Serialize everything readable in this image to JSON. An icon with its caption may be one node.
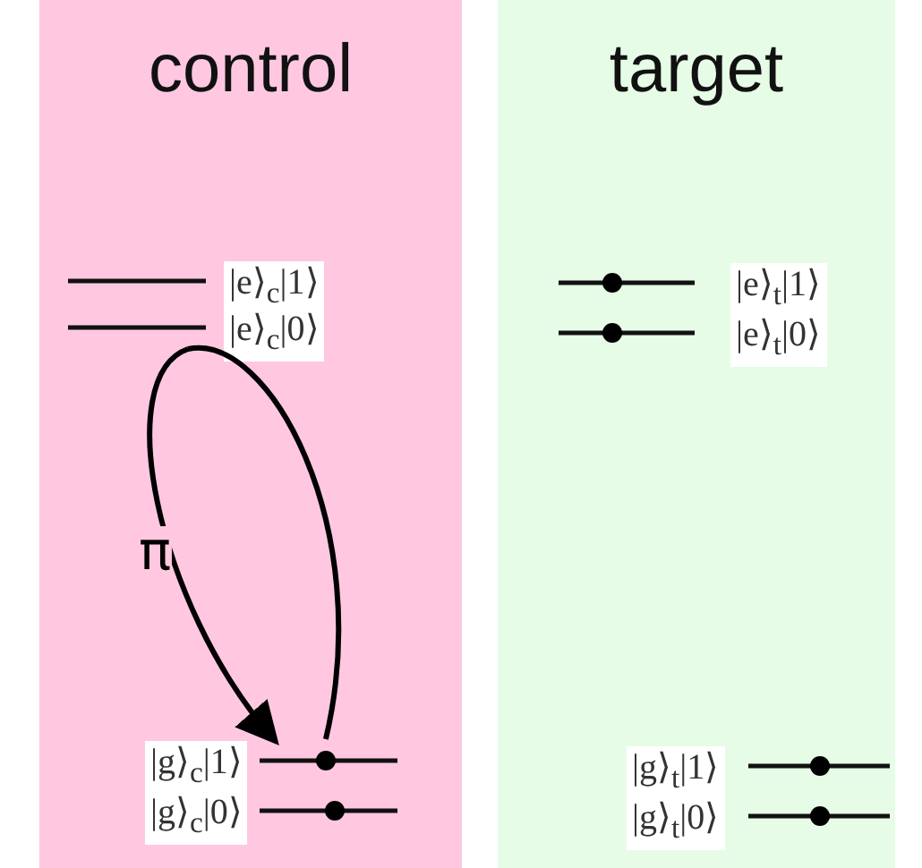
{
  "diagram": {
    "nodes": [
      {
        "text": [
          "control"
        ]
      },
      {
        "text": [],
        "shape": "bar",
        "in": 0,
        "beside": [
          "|e⟩$_{c}$|1⟩"
        ]
      },
      {
        "text": [],
        "shape": "bar",
        "in": 0,
        "beside": [
          "|e⟩$_{c}$|0⟩"
        ]
      },
      {
        "text": [],
        "shape": "bar",
        "in": 0,
        "beside": [
          "|g⟩$_{c}$|1⟩"
        ]
      },
      {
        "text": [],
        "shape": "bar",
        "in": 0,
        "beside": [
          "|g⟩$_{c}$|0⟩"
        ]
      },
      {
        "text": [
          "target"
        ]
      },
      {
        "text": [],
        "shape": "bar",
        "in": 5,
        "beside": [
          "|e⟩$_{t}$|1⟩"
        ]
      },
      {
        "text": [],
        "shape": "bar",
        "in": 5,
        "beside": [
          "|e⟩$_{t}$|0⟩"
        ]
      },
      {
        "text": [],
        "shape": "bar",
        "in": 5,
        "beside": [
          "|g⟩$_{t}$|1⟩"
        ]
      },
      {
        "text": [],
        "shape": "bar",
        "in": 5,
        "beside": [
          "|g⟩$_{t}$|0⟩"
        ]
      }
    ],
    "edges": [
      {
        "from": 2,
        "to": 3,
        "arrow": "to",
        "label": "π"
      }
    ]
  }
}
